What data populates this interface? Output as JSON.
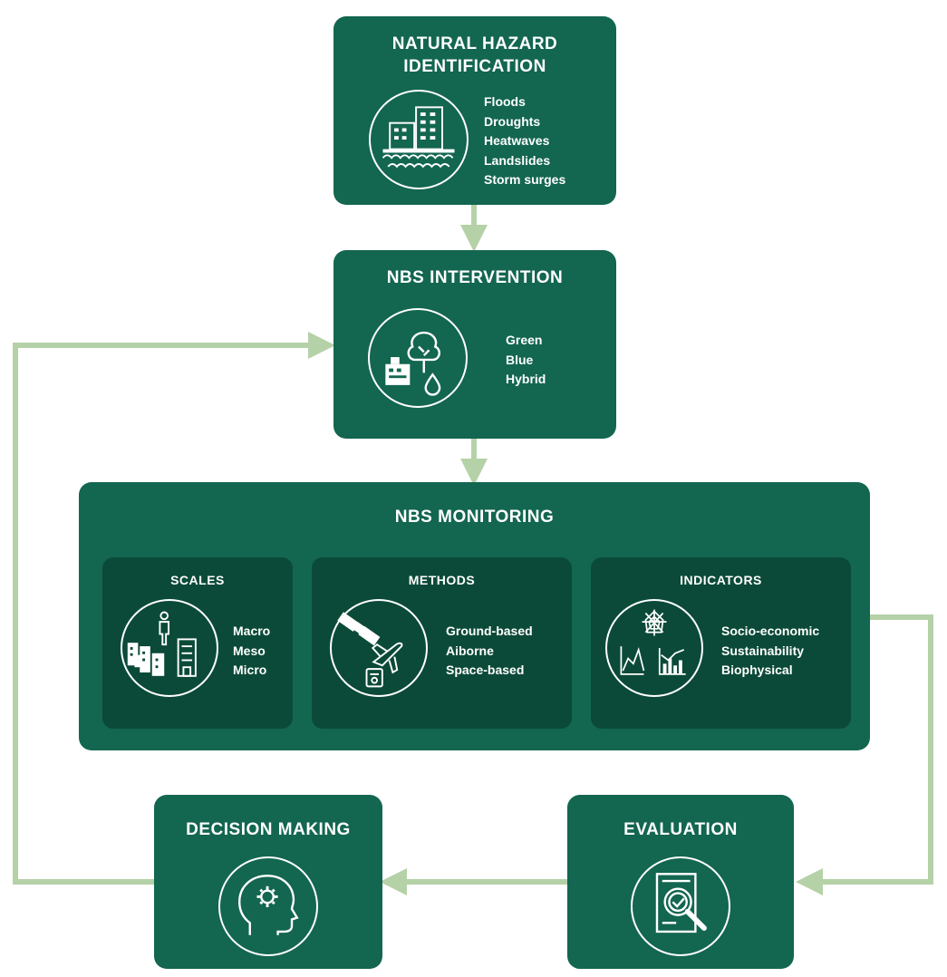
{
  "hazard": {
    "title_line1": "NATURAL HAZARD",
    "title_line2": "IDENTIFICATION",
    "items": [
      "Floods",
      "Droughts",
      "Heatwaves",
      "Landslides",
      "Storm surges"
    ]
  },
  "intervention": {
    "title": "NBS INTERVENTION",
    "items": [
      "Green",
      "Blue",
      "Hybrid"
    ]
  },
  "monitoring": {
    "title": "NBS MONITORING",
    "scales": {
      "title": "SCALES",
      "items": [
        "Macro",
        "Meso",
        "Micro"
      ]
    },
    "methods": {
      "title": "METHODS",
      "items": [
        "Ground-based",
        "Aiborne",
        "Space-based"
      ]
    },
    "indicators": {
      "title": "INDICATORS",
      "items": [
        "Socio-economic",
        "Sustainability",
        "Biophysical"
      ]
    }
  },
  "decision": {
    "title": "DECISION MAKING"
  },
  "evaluation": {
    "title": "EVALUATION"
  },
  "colors": {
    "box": "#136650",
    "inner_box": "#0b4a38",
    "arrow": "#b5d1a8",
    "text": "#ffffff"
  }
}
